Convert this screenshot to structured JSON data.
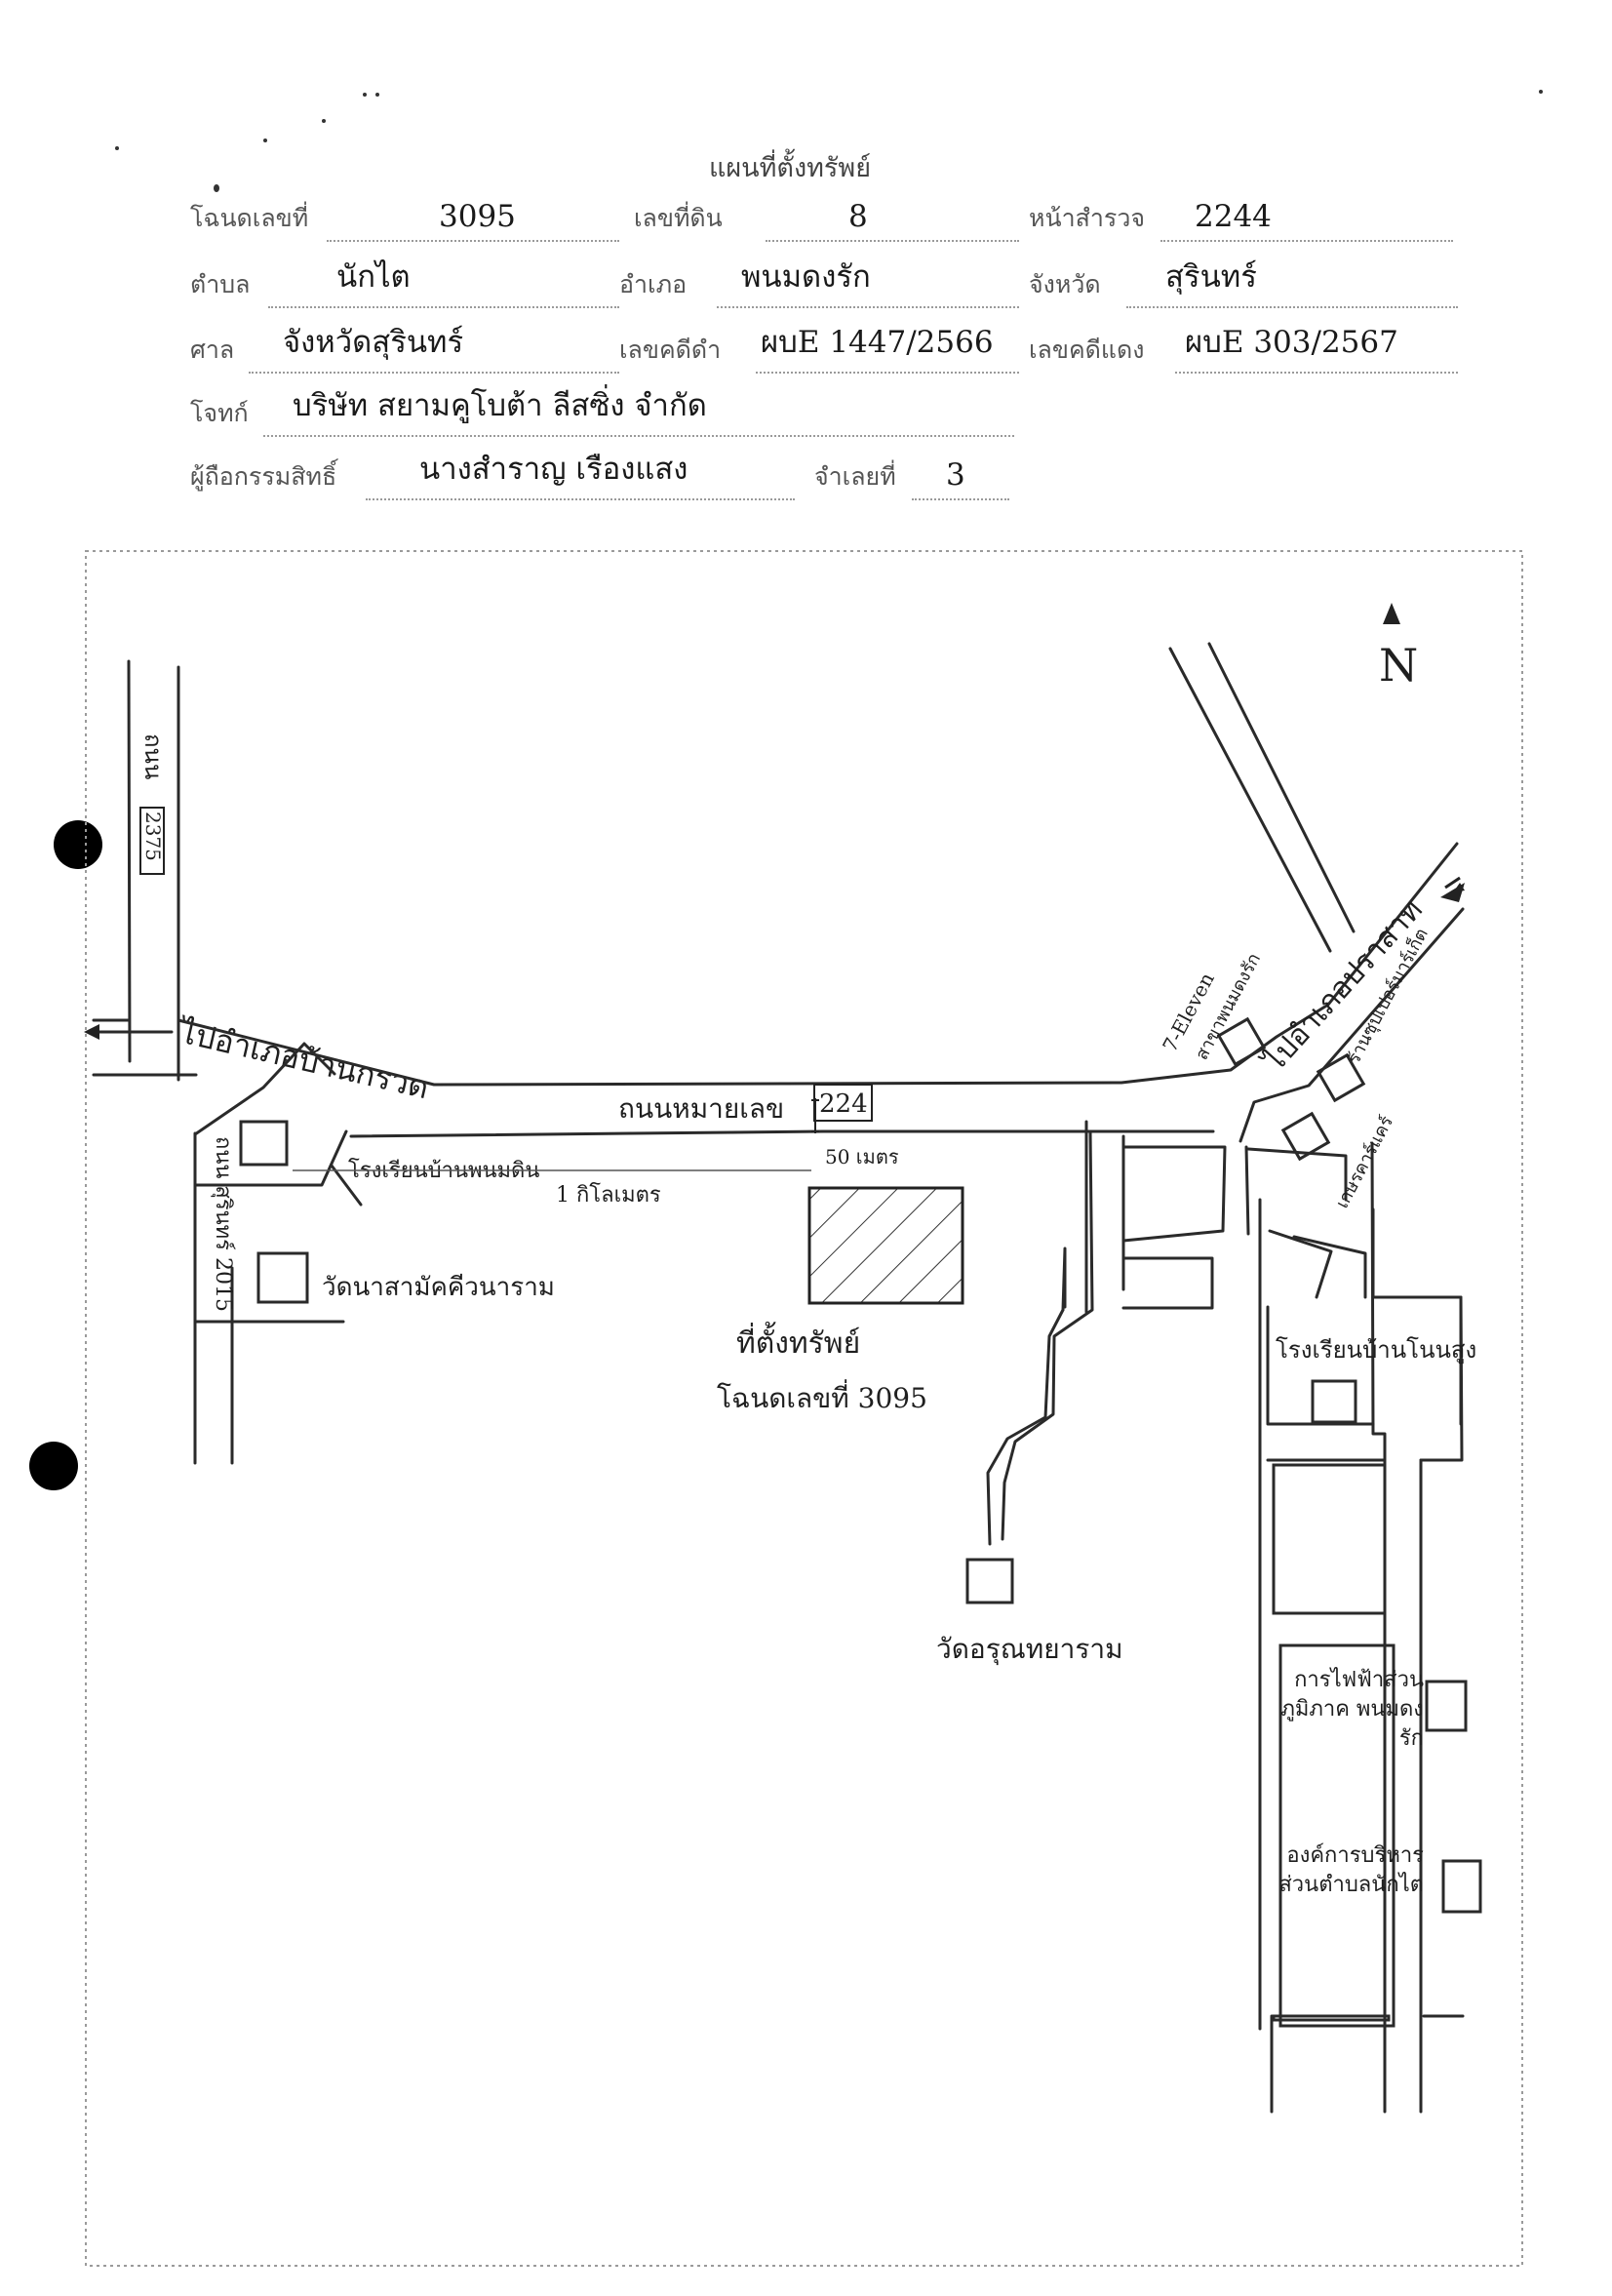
{
  "header": {
    "title": "แผนที่ตั้งทรัพย์",
    "rows": [
      [
        {
          "label": "โฉนดเลขที่",
          "value": "3095"
        },
        {
          "label": "เลขที่ดิน",
          "value": "8"
        },
        {
          "label": "หน้าสำรวจ",
          "value": "2244"
        }
      ],
      [
        {
          "label": "ตำบล",
          "value": "นักไต"
        },
        {
          "label": "อำเภอ",
          "value": "พนมดงรัก"
        },
        {
          "label": "จังหวัด",
          "value": "สุรินทร์"
        }
      ],
      [
        {
          "label": "ศาล",
          "value": "จังหวัดสุรินทร์"
        },
        {
          "label": "เลขคดีดำ",
          "value": "ผบE 1447/2566"
        },
        {
          "label": "เลขคดีแดง",
          "value": "ผบE 303/2567"
        }
      ],
      [
        {
          "label": "โจทก์",
          "value": "บริษัท สยามคูโบต้า ลีสซิ่ง จำกัด"
        }
      ],
      [
        {
          "label": "ผู้ถือกรรมสิทธิ์",
          "value": "นางสำราญ เรืองแสง"
        },
        {
          "label": "จำเลยที่",
          "value": "3"
        }
      ]
    ]
  },
  "map": {
    "north": "N",
    "road_2375_prefix": "ถนน",
    "road_2375_number": "2375",
    "to_ban_kruat": "ไปอำเภอบ้านกรวด",
    "to_prasat": "ไปอำเภอปราสาท",
    "highway_label": "ถนนหมายเลข",
    "highway_number": "224",
    "distance_50m": "50 เมตร",
    "distance_1km": "1 กิโลเมตร",
    "school_ban_phanom": "โรงเรียนบ้านพนมดิน",
    "wat_samakkhi": "วัดนาสามัคคีวนาราม",
    "road_2015": "ถนน สุรินทร์ 2015",
    "property_label": "ที่ตั้งทรัพย์",
    "property_deed": "โฉนดเลขที่ 3095",
    "wat_srunthayaram": "วัดอรุณทยาราม",
    "seven_eleven": "7-Eleven",
    "seven_eleven_branch": "สาขาพนมดงรัก",
    "shop_upper": "ร้านซุปเปอร์มาร์เก็ต",
    "shop_lower": "เกษรคาร์แคร์",
    "school_phanom": "โรงเรียนบ้านโนนสูง",
    "pea_office": "การไฟฟ้าส่วนภูมิภาค พนมดงรัก",
    "sao_office": "องค์การบริหารส่วนตำบลนักไต"
  }
}
